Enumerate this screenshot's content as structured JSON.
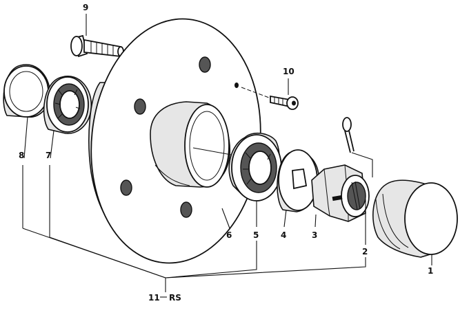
{
  "diagram": {
    "callouts": [
      {
        "id": "1",
        "label": "1"
      },
      {
        "id": "2",
        "label": "2"
      },
      {
        "id": "3",
        "label": "3"
      },
      {
        "id": "4",
        "label": "4"
      },
      {
        "id": "5",
        "label": "5"
      },
      {
        "id": "6",
        "label": "6"
      },
      {
        "id": "7",
        "label": "7"
      },
      {
        "id": "8",
        "label": "8"
      },
      {
        "id": "9",
        "label": "9"
      },
      {
        "id": "10",
        "label": "10"
      }
    ],
    "assembly": {
      "label": "11",
      "suffix": "RS"
    }
  }
}
